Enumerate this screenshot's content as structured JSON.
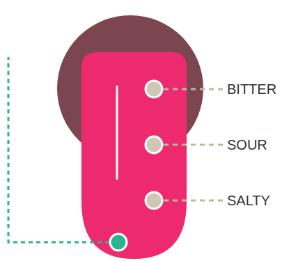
{
  "diagram": {
    "labels": [
      "BITTER",
      "SOUR",
      "SALTY"
    ]
  }
}
